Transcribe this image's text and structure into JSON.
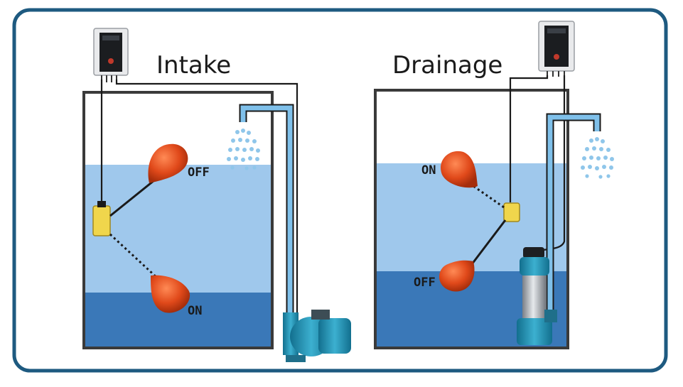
{
  "diagram": {
    "intake": {
      "title": "Intake",
      "label_off": "OFF",
      "label_on": "ON"
    },
    "drainage": {
      "title": "Drainage",
      "label_on": "ON",
      "label_off": "OFF"
    }
  },
  "colors": {
    "frame": "#1e5a80",
    "tank_wall": "#3a3a3a",
    "water_light": "#9fc8ec",
    "water_dark": "#3a78b8",
    "float_ball": "#e0491a",
    "float_switch": "#f0d64c",
    "pump_body": "#1f8fb3",
    "pipe": "#7fc0ea"
  }
}
